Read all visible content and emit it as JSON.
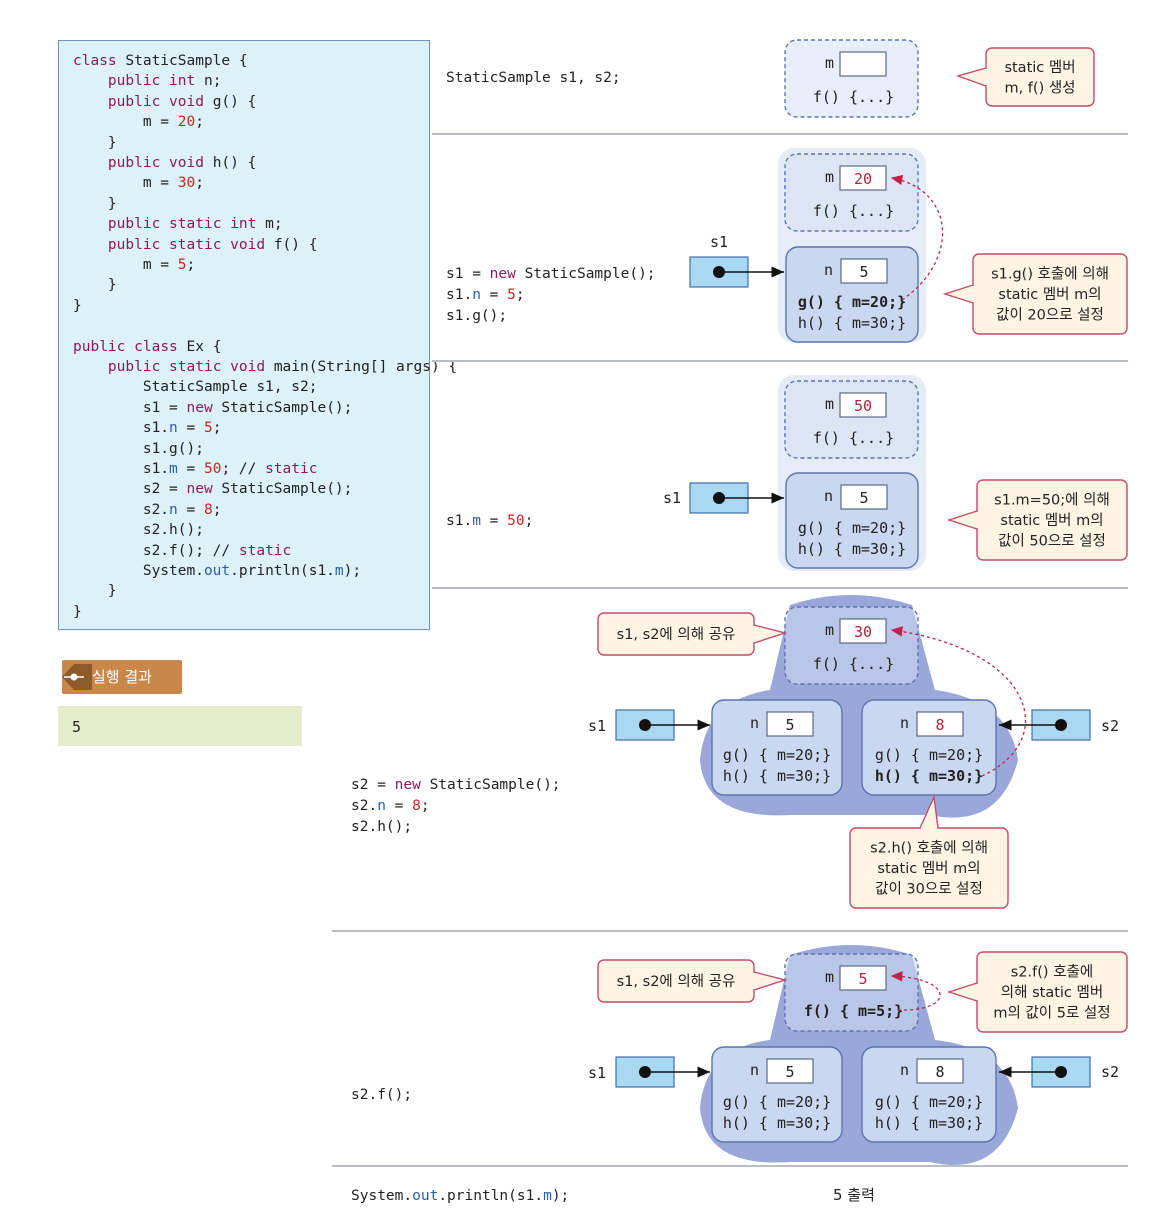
{
  "code": {
    "lines": [
      "class StaticSample {",
      "    public int n;",
      "    public void g() {",
      "        m = 20;",
      "    }",
      "    public void h() {",
      "        m = 30;",
      "    }",
      "    public static int m;",
      "    public static void f() {",
      "        m = 5;",
      "    }",
      "}",
      "",
      "public class Ex {",
      "    public static void main(String[] args) {",
      "        StaticSample s1, s2;",
      "        s1 = new StaticSample();",
      "        s1.n = 5;",
      "        s1.g();",
      "        s1.m = 50; // static",
      "        s2 = new StaticSample();",
      "        s2.n = 8;",
      "        s2.h();",
      "        s2.f(); // static",
      "        System.out.println(s1.m);",
      "    }",
      "}"
    ]
  },
  "result": {
    "label": "실행 결과",
    "output": "5"
  },
  "steps": {
    "step1": {
      "statement": "StaticSample s1, s2;",
      "m_value": "",
      "f_text": "f() {...}",
      "callout": [
        "static 멤버",
        "m, f() 생성"
      ]
    },
    "step2": {
      "statements": [
        "s1 = new StaticSample();",
        "s1.n = 5;",
        "s1.g();"
      ],
      "m_value": "20",
      "f_text": "f() {...}",
      "ref_label": "s1",
      "n_value": "5",
      "g_text": "g() { m=20;}",
      "h_text": "h() { m=30;}",
      "callout": [
        "s1.g() 호출에 의해",
        "static 멤버 m의",
        "값이 20으로 설정"
      ]
    },
    "step3": {
      "statement": "s1.m = 50;",
      "m_value": "50",
      "f_text": "f() {...}",
      "ref_label": "s1",
      "n_value": "5",
      "g_text": "g() { m=20;}",
      "h_text": "h() { m=30;}",
      "callout": [
        "s1.m=50;에 의해",
        "static 멤버 m의",
        "값이 50으로 설정"
      ]
    },
    "step4": {
      "statements": [
        "s2 = new StaticSample();",
        "s2.n = 8;",
        "s2.h();"
      ],
      "shared_callout": "s1, s2에 의해 공유",
      "m_value": "30",
      "f_text": "f() {...}",
      "s1_label": "s1",
      "s2_label": "s2",
      "s1_n": "5",
      "s2_n": "8",
      "g_text": "g() { m=20;}",
      "h_text": "h() { m=30;}",
      "callout": [
        "s2.h() 호출에 의해",
        "static 멤버 m의",
        "값이 30으로 설정"
      ]
    },
    "step5": {
      "statement": "s2.f();",
      "shared_callout": "s1, s2에 의해 공유",
      "m_value": "5",
      "f_text": "f() { m=5;}",
      "s1_label": "s1",
      "s2_label": "s2",
      "s1_n": "5",
      "s2_n": "8",
      "g_text": "g() { m=20;}",
      "h_text": "h() { m=30;}",
      "callout": [
        "s2.f() 호출에",
        "의해 static 멤버",
        "m의 값이 5로 설정"
      ]
    },
    "step6": {
      "statement": "System.out.println(s1.m);",
      "output_note": "5 출력"
    }
  },
  "colors": {
    "code_bg": "#ddf1f8",
    "object_fill": "#c9d7f0",
    "object_stroke": "#5b75b0",
    "ref_fill": "#a9d8f3",
    "callout_fill": "#fdf4e4",
    "callout_stroke": "#c64a6a",
    "value_color": "#b0223a",
    "result_tag": "#c9884a",
    "result_bg": "#e4eccb"
  }
}
